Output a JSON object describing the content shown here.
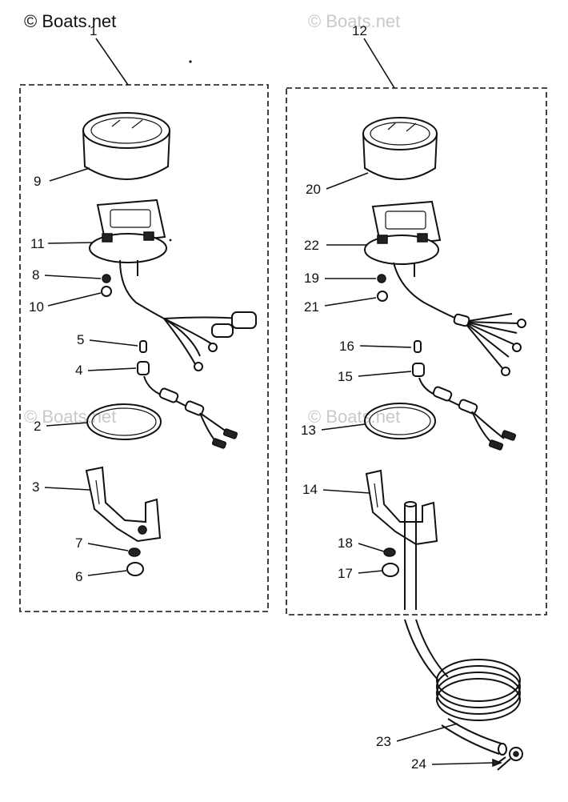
{
  "watermark": {
    "brand_dark": "© Boats.net",
    "brand_faint_1": "© Boats.net",
    "brand_faint_2": "© Boats.net",
    "brand_faint_3": "© Boats.net"
  },
  "assembly_left": {
    "label": "1"
  },
  "assembly_right": {
    "label": "12"
  },
  "callouts": {
    "p2": "2",
    "p3": "3",
    "p4": "4",
    "p5": "5",
    "p6": "6",
    "p7": "7",
    "p8": "8",
    "p9": "9",
    "p10": "10",
    "p11": "11",
    "p13": "13",
    "p14": "14",
    "p15": "15",
    "p16": "16",
    "p17": "17",
    "p18": "18",
    "p19": "19",
    "p20": "20",
    "p21": "21",
    "p22": "22",
    "p23": "23",
    "p24": "24"
  },
  "colors": {
    "ink": "#111111",
    "watermark_faint": "#c9c9c9",
    "paper": "#ffffff"
  }
}
